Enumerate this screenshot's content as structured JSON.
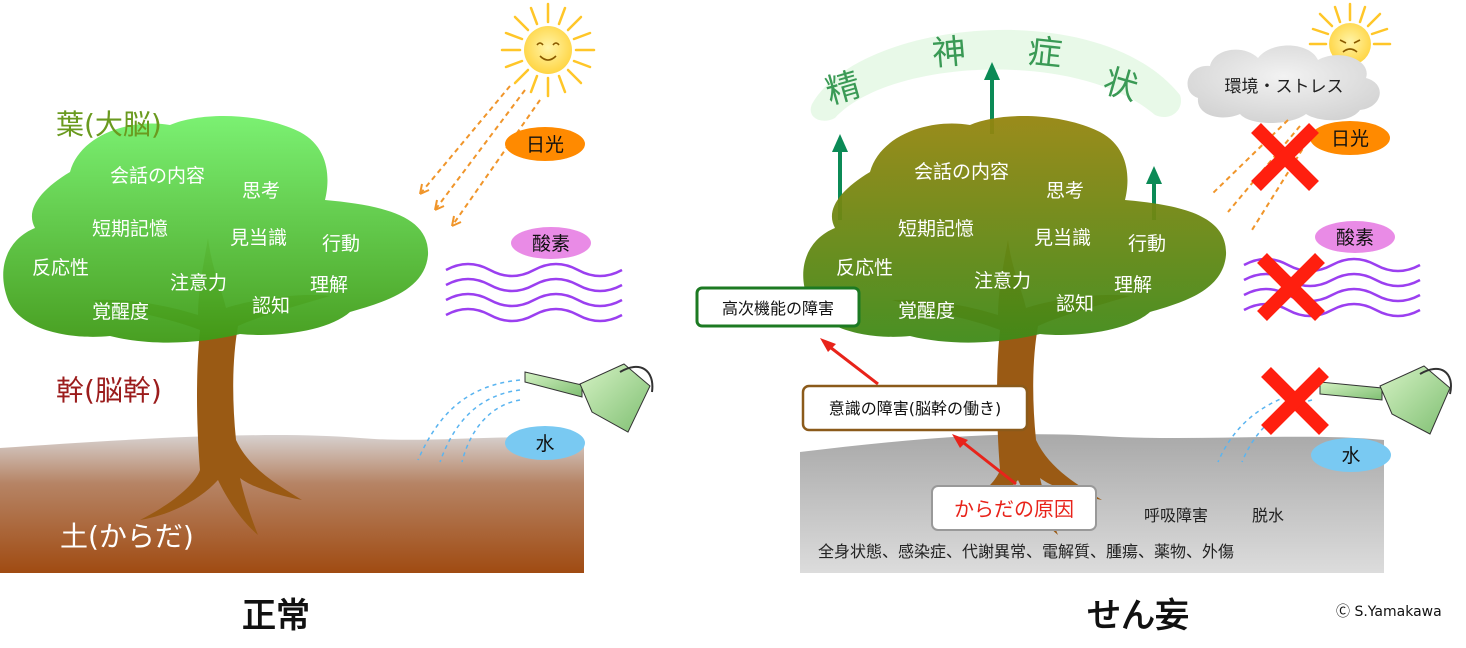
{
  "normal": {
    "leaf_title": "葉(大脳)",
    "trunk_title": "幹(脳幹)",
    "soil_title": "土(からだ)",
    "functions": [
      "会話の内容",
      "思考",
      "短期記憶",
      "見当識",
      "行動",
      "反応性",
      "注意力",
      "理解",
      "覚醒度",
      "認知"
    ],
    "sunlight": "日光",
    "oxygen": "酸素",
    "water": "水",
    "caption": "正常"
  },
  "delirium": {
    "symptoms_chars": [
      "精",
      "神",
      "症",
      "状"
    ],
    "stress_cloud": "環境・ストレス",
    "functions": [
      "会話の内容",
      "思考",
      "短期記憶",
      "見当識",
      "行動",
      "反応性",
      "注意力",
      "理解",
      "覚醒度",
      "認知"
    ],
    "higher_function_box": "高次機能の障害",
    "consciousness_box": "意識の障害(脳幹の働き)",
    "body_cause_box": "からだの原因",
    "breathing": "呼吸障害",
    "dehydration": "脱水",
    "causes": "全身状態、感染症、代謝異常、電解質、腫瘍、薬物、外傷",
    "sunlight": "日光",
    "oxygen": "酸素",
    "water": "水",
    "caption": "せん妄"
  },
  "copyright": "Ⓒ S.Yamakawa",
  "colors": {
    "leaf_title": "#6a9a1f",
    "trunk_title": "#9b1c1c",
    "sun_badge": "#ff8a00",
    "oxygen_badge": "#e98be6",
    "water_badge": "#79c9f2",
    "wave": "#9b3ff0",
    "arrow_green": "#0b8a56",
    "arrow_red": "#e8231a",
    "cross": "#ff1f0f"
  }
}
